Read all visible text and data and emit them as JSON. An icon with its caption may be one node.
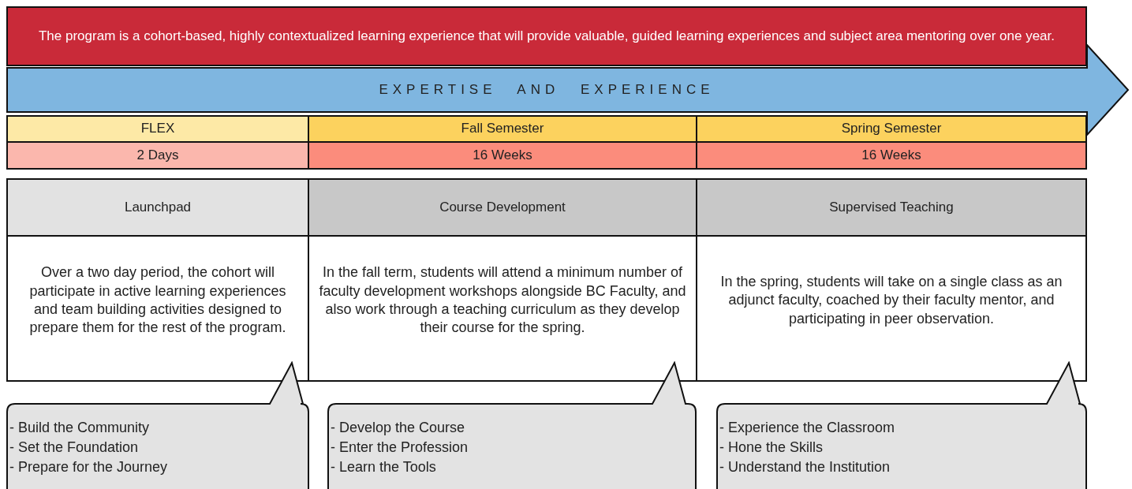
{
  "diagram": {
    "nodes": [
      {
        "text": [
          "The program is a cohort-based, highly contextualized learning experience that will provide valuable, guided learning experiences and subject area mentoring over one year."
        ]
      },
      {
        "text": [
          "EXPERTISE AND EXPERIENCE"
        ]
      },
      {
        "text": [
          "FLEX"
        ]
      },
      {
        "text": [
          "Fall Semester"
        ]
      },
      {
        "text": [
          "Spring Semester"
        ]
      },
      {
        "text": [
          "2 Days"
        ]
      },
      {
        "text": [
          "16 Weeks"
        ]
      },
      {
        "text": [
          "16 Weeks"
        ]
      },
      {
        "text": [
          "Launchpad"
        ]
      },
      {
        "text": [
          "Course Development"
        ]
      },
      {
        "text": [
          "Supervised Teaching"
        ]
      },
      {
        "text": [
          "Over a two day period, the cohort will participate in active learning experiences and team building activities designed to prepare them for the rest of the program."
        ]
      },
      {
        "text": [
          "In the fall term, students will attend a minimum number of faculty development workshops alongside BC Faculty, and also work through a teaching curriculum as they develop their course for the spring."
        ]
      },
      {
        "text": [
          "In the spring, students will take on a single class as an adjunct faculty, coached by their faculty mentor, and participating in peer observation."
        ]
      },
      {
        "text": [
          "- Build the Community",
          "- Set the Foundation",
          "- Prepare for the Journey"
        ]
      },
      {
        "text": [
          "- Develop the Course",
          "- Enter the Profession",
          "- Learn the Tools"
        ]
      },
      {
        "text": [
          "- Experience the Classroom",
          "- Hone the Skills",
          "- Understand the Institution"
        ]
      }
    ],
    "edges": []
  }
}
